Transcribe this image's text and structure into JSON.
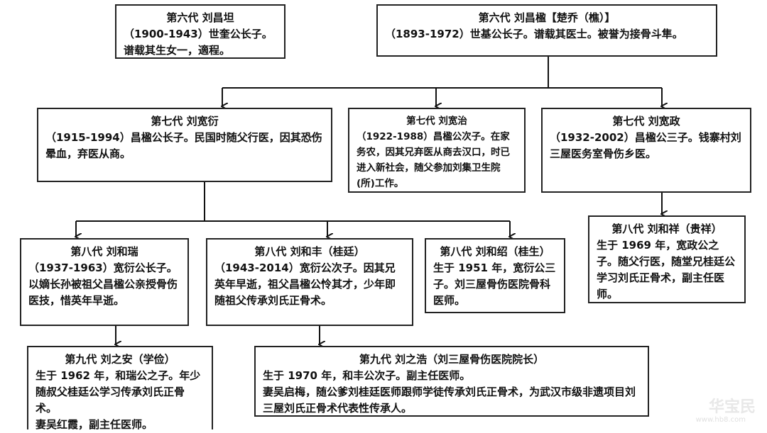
{
  "nodes": {
    "g6a": {
      "head": "第六代 刘昌坦",
      "text": "（1900-1943）世奎公长子。谱载其生女一，適程。"
    },
    "g6b": {
      "head": "第六代 刘昌楹【楚乔（樵）】",
      "text": "（1893-1972）世基公长子。谱载其医士。被誉为接骨斗隼。"
    },
    "g7a": {
      "head": "第七代 刘宽衍",
      "text": "（1915-1994）昌楹公长子。民国时随父行医，因其恐伤晕血，弃医从商。"
    },
    "g7b": {
      "head": "第七代 刘宽治",
      "text": "（1922-1988）昌楹公次子。在家务农，因其兄弃医从商去汉口，时已进入新社会，随父参加刘集卫生院(所)工作。"
    },
    "g7c": {
      "head": "第七代 刘宽政",
      "text": "（1932-2002）昌楹公三子。钱寨村刘三屋医务室骨伤乡医。"
    },
    "g8a": {
      "head": "第八代 刘和瑞",
      "text": "（1937-1963）宽衍公长子。以嫡长孙被祖父昌楹公亲授骨伤医技，惜英年早逝。"
    },
    "g8b": {
      "head": "第八代 刘和丰（桂廷）",
      "text": "（1943-2014）宽衍公次子。因其兄英年早逝，祖父昌楹公怜其才，少年即随祖父传承刘氏正骨术。"
    },
    "g8c": {
      "head": "第八代 刘和绍（桂生）",
      "text": "生于 1951 年，宽衍公三子。刘三屋骨伤医院骨科医师。"
    },
    "g8d": {
      "head": "第八代 刘和祥（贵祥）",
      "text": "生于 1969 年，宽政公之子。随父行医，随堂兄桂廷公学习刘氏正骨术，副主任医师。"
    },
    "g9a": {
      "head": "第九代 刘之安（学俭）",
      "text": "生于 1962 年，和瑞公之子。年少随叔父桂廷公学习传承刘氏正骨术。",
      "extra": "妻吴红霞，副主任医师。"
    },
    "g9b": {
      "head": "第九代 刘之浩（刘三屋骨伤医院院长）",
      "text": "生于 1970 年，和丰公次子。副主任医师。",
      "text2": "妻吴启梅，随公爹刘桂廷医师跟师学徒传承刘氏正骨术，为武汉市级非遗项目刘三屋刘氏正骨术代表性传承人。"
    }
  },
  "watermark": {
    "text": "华宝民",
    "url": "www.hb8.com"
  }
}
